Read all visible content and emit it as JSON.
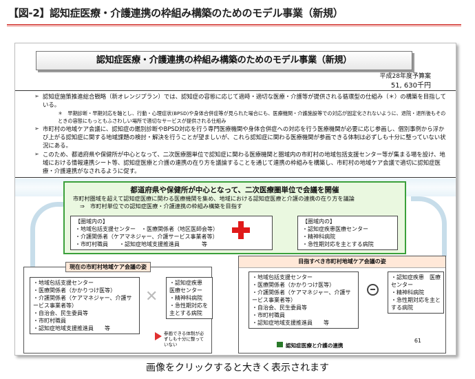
{
  "header": {
    "tag": "【図-2】",
    "title": "認知症医療・介護連携の枠組み構築のためのモデル事業（新規）"
  },
  "slide": {
    "title": "認知症医療・介護連携の枠組み構築のためのモデル事業（新規）",
    "budget_year": "平成28年度予算案",
    "budget_amount": "51, 630千円",
    "bullet1": "認知症施策推進総合戦略（新オレンジプラン）では、認知症の容態に応じて適時・適切な医療・介護等が提供される循環型の仕組み（＊）の構築を目指している。",
    "sub1": "＊　早期診断・早期対応を軸とし、行動・心理症状(BPSD)や身体合併症等が見られた場合にも、医療機関・介護施設等での対応が固定化されないように、退院・退所後もそのときの容態にもっともふさわしい場所で適切なサービスが提供される仕組み",
    "bullet2": "市町村の地域ケア会議に、認知症の鑑別診断やBPSD対応を行う専門医療機関や身体合併症への対応を行う医療機関が必要に応じ参画し、個別事例から浮かび上がる認知症に関する地域課題の検討・解決を行うことが望ましいが、これら認知症に関わる医療機関が参画できる体制は必ずしも十分に整っていない状況にある。",
    "bullet3": "このため、都道府県や保健所が中心となって、二次医療圏単位で認知症に関わる医療機関と圏域内の市町村の地域包括支援センター等が集まる場を設け、地域における情報連携シート等、認知症医療と介護の連携の在り方を議論することを通じて連携の枠組みを構築し、市町村の地域ケア会議で適切に認知症医療・介護連携がなされるように促す。",
    "green_title": "都道府県や保健所が中心となって、二次医療圏単位で会議を開催",
    "green_line1": "市町村圏域を超えて認知症医療に関わる医療機関を集め、地域における認知症医療と介護の連携の在り方を議論",
    "green_line2": "⇒　市町村単位での認知症医療・介護連携の枠組み構築を目指す",
    "left_inbox_title": "【圏域内の】",
    "left_inbox_items": [
      "・地域包括支援センター　・医療関係者（地区医師会等）",
      "・介護関係者（ケアマネジャー、介護サービス事業者等）",
      "・市町村職員　　・認知症地域支援推進員　　　　等"
    ],
    "right_inbox_title": "【圏域内の】",
    "right_inbox_items": [
      "・認知症疾患医療センター",
      "・精神科病院",
      "・急性期対応を主とする病院"
    ],
    "current_title": "現在の市町村地域ケア会議の姿",
    "current_items": [
      "・地域包括支援センター",
      "・医療関係者（かかりつけ医等）",
      "・介護関係者（ケアマネジャー、介護サービス事業者等）",
      "・自治会、民生委員等",
      "・市町村職員",
      "・認知症地域支援推進員　　等"
    ],
    "current_right": [
      "・認知症疾患　医療センター",
      "・精神科病院",
      "・急性期対応を主とする病院"
    ],
    "current_note": "参画できる体制が必ずしも十分に整っていない",
    "goal_title": "目指すべき市町村地域ケア会議の姿",
    "goal_items": [
      "・地域包括支援センター",
      "・医療関係者（かかりつけ医等）",
      "・介護関係者（ケアマネジャー、介護サービス事業者等）",
      "・自治会、民生委員等",
      "・市町村職員",
      "・認知症地域支援推進員　　等"
    ],
    "goal_right": [
      "・認知症疾患　医療センター",
      "・精神科病院",
      "・急性期対応を主とする病院"
    ],
    "coop_label": "認知症医療と介護の連携",
    "page_number": "61"
  },
  "caption": "画像をクリックすると大きく表示されます"
}
